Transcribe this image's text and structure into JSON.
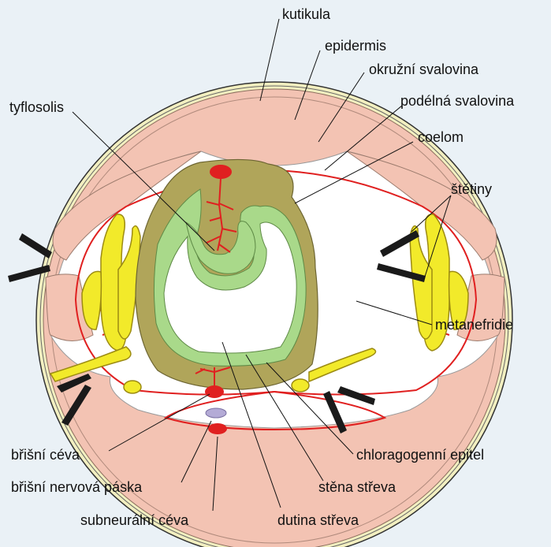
{
  "labels": {
    "kutikula": "kutikula",
    "epidermis": "epidermis",
    "okruzni": "okružní svalovina",
    "podelna": "podélná svalovina",
    "coelom": "coelom",
    "tyflosolis": "tyflosolis",
    "stetiny": "štětiny",
    "metanefridie": "metanefridie",
    "chloragogenni": "chloragogenní epitel",
    "stena": "stěna střeva",
    "dutina": "dutina střeva",
    "subneuralni": "subneurální céva",
    "nervova": "břišní nervová páska",
    "bricni_ceva": "břišní céva"
  },
  "colors": {
    "background": "#eaf1f6",
    "cuticle": "#f2efc0",
    "muscle": "#f3c3b3",
    "gut_wall": "#b0a55a",
    "gut_epithelium": "#a9d98a",
    "blood_vessel": "#e02020",
    "nephridia": "#f2ea2a",
    "setae": "#1a1a1a",
    "nerve_cord": "#b4abd6"
  }
}
